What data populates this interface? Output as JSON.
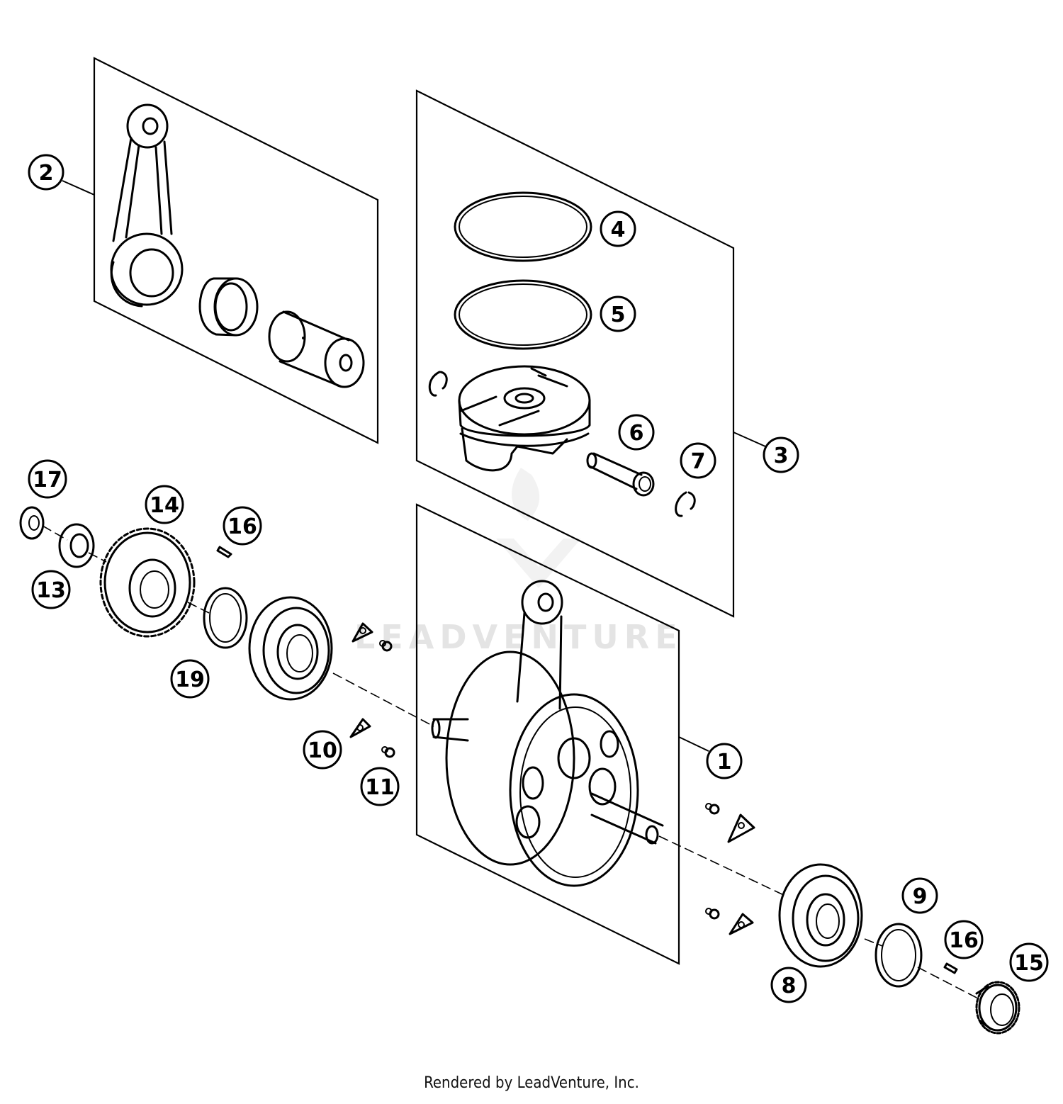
{
  "watermark": {
    "text": "LEADVENTURE"
  },
  "credit": "Rendered by LeadVenture, Inc.",
  "callouts": [
    "1",
    "2",
    "3",
    "4",
    "5",
    "6",
    "7",
    "8",
    "9",
    "10",
    "11",
    "13",
    "14",
    "15",
    "16",
    "16",
    "17",
    "19"
  ]
}
